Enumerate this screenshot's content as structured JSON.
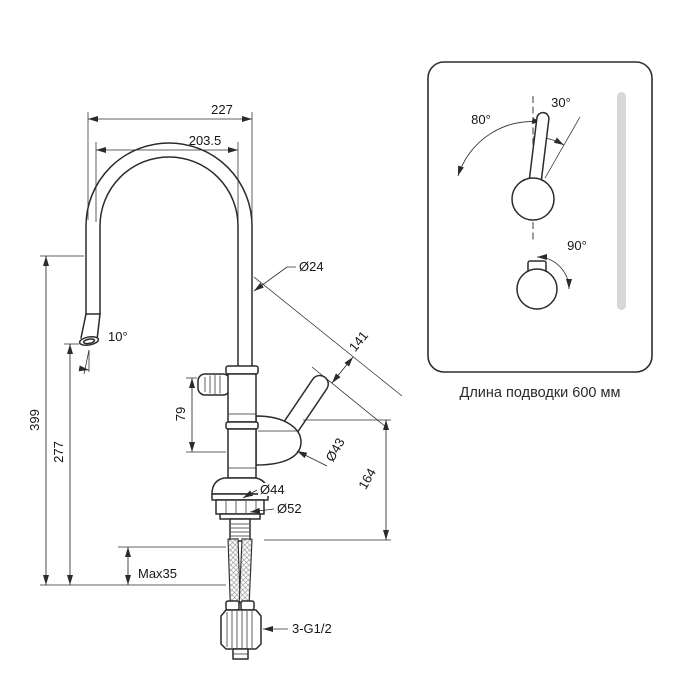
{
  "caption": "Длина подводки 600 мм",
  "dimensions": {
    "spout_reach_outer": "227",
    "spout_reach_inner": "203.5",
    "spout_tube_diameter": "Ø24",
    "spout_tip_angle": "10°",
    "overall_height": "399",
    "spout_height": "277",
    "handle_section_height": "79",
    "handle_reach": "141",
    "handle_base_diameter": "Ø43",
    "handle_to_base_height": "164",
    "base_top_diameter": "Ø44",
    "base_bottom_diameter": "Ø52",
    "max_mounting_thickness": "Max35",
    "connection_thread": "3-G1/2"
  },
  "rotation_panel": {
    "left_swing": "80°",
    "right_swing": "30°",
    "spout_swivel": "90°"
  },
  "colors": {
    "line": "#2b2b2b",
    "panel_border": "#2f2f2f",
    "accent_bar": "#d7d7d7",
    "background": "#ffffff"
  }
}
